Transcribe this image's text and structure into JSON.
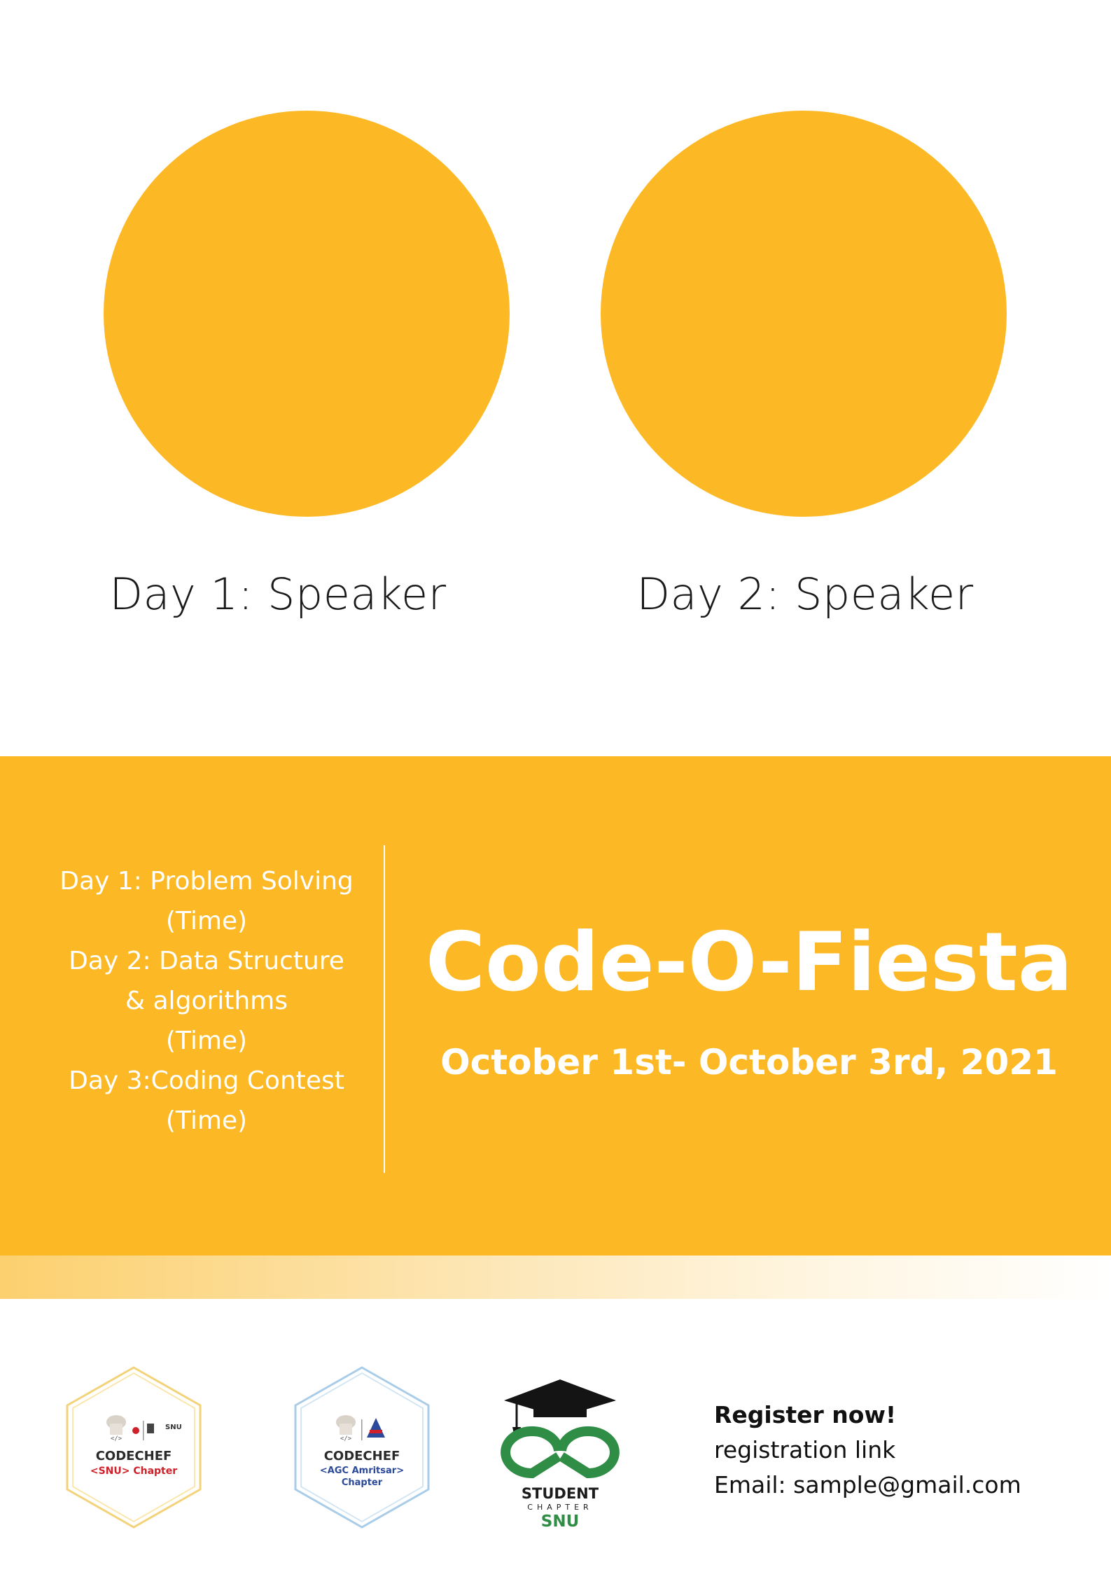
{
  "speakers": [
    {
      "label": "Day 1: Speaker"
    },
    {
      "label": "Day 2: Speaker"
    }
  ],
  "schedule": {
    "lines": [
      "Day 1: Problem Solving",
      "(Time)",
      "Day 2: Data Structure",
      "& algorithms",
      "(Time)",
      "Day 3:Coding Contest",
      "(Time)"
    ]
  },
  "event": {
    "title": "Code-O-Fiesta",
    "dates": "October 1st- October 3rd, 2021"
  },
  "logos": {
    "snu": {
      "brand": "CODECHEF",
      "chapter": "<SNU> Chapter",
      "mark": "SNU"
    },
    "agc": {
      "brand": "CODECHEF",
      "chapter_line1": "<AGC Amritsar>",
      "chapter_line2": "Chapter"
    },
    "gfg": {
      "line1": "STUDENT",
      "line2": "CHAPTER",
      "line3": "SNU"
    }
  },
  "contact": {
    "heading": "Register now!",
    "link": "registration link",
    "email": "Email: sample@gmail.com"
  },
  "colors": {
    "accent": "#fcb925",
    "codechef_red": "#d0202a",
    "codechef_blue": "#2c4a9a",
    "gfg_green": "#2f8d46"
  }
}
